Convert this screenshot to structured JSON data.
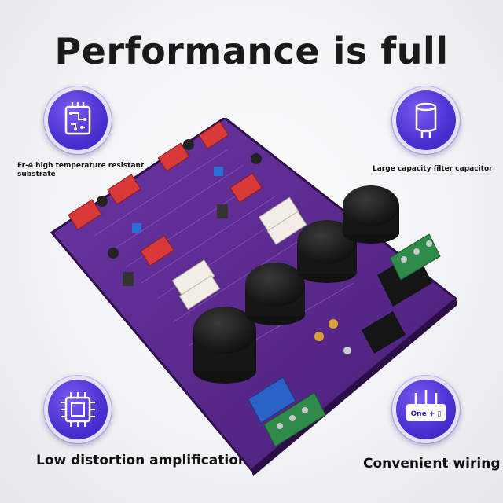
{
  "headline": "Performance is full",
  "features": [
    {
      "icon": "circuit-board-icon",
      "label": "Fr-4 high temperature resistant substrate"
    },
    {
      "icon": "capacitor-icon",
      "label": "Large capacity filter capacitor"
    },
    {
      "icon": "chip-icon",
      "label": "Low distortion amplification"
    },
    {
      "icon": "router-icon",
      "label": "Convenient wiring",
      "icon_text": "One + ▯"
    }
  ],
  "colors": {
    "badge": "#4a2fd1",
    "pcb": "#5a2a8c",
    "heading": "#1a1a1a"
  }
}
